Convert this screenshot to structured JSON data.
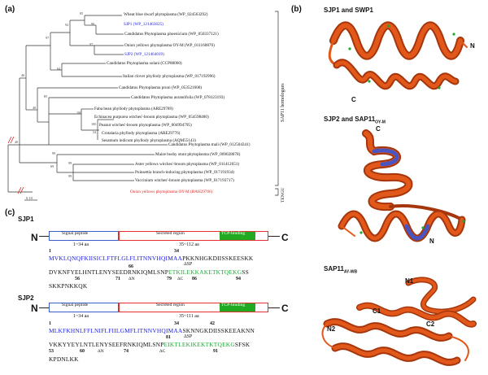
{
  "panels": {
    "a": "(a)",
    "b": "(b)",
    "c": "(c)"
  },
  "tree": {
    "taxa": [
      {
        "label": "Wheat blue dwarf phytoplasma (WP_024563292)",
        "color": "#111111"
      },
      {
        "label": "SJP1 (WP_121463825)",
        "color": "#1a1adf"
      },
      {
        "label": "Candidatus Phytoplasma phoenicium (WP_050337121)",
        "color": "#111111"
      },
      {
        "label": "Onion yellows phytoplasma OY-M (WP_011160870)",
        "color": "#111111"
      },
      {
        "label": "SJP2 (WP_121464019)",
        "color": "#1a1adf"
      },
      {
        "label": "Candidatus Phytoplasma solani (CCP88060)",
        "color": "#111111"
      },
      {
        "label": "Italian clover phyllody phytoplasma (WP_017192996)",
        "color": "#111111"
      },
      {
        "label": "Candidatus Phytoplasma pruni (WP_053521608)",
        "color": "#111111"
      },
      {
        "label": "Candidatus Phytoplasma aurantifolia (WP_078123193)",
        "color": "#111111"
      },
      {
        "label": "Faba bean phyllody phytoplasma (ARE29789)",
        "color": "#111111"
      },
      {
        "label": "Echinacea purpurea witches'-broom phytoplasma (WP_054598480)",
        "color": "#111111"
      },
      {
        "label": "Peanut witches'-broom phytoplasma (WP_004994795)",
        "color": "#111111"
      },
      {
        "label": "Crotalaria phyllody phytoplasma (ARE29776)",
        "color": "#111111"
      },
      {
        "label": "Sesamum indicum phyllody phytoplasma (AQM55143)",
        "color": "#111111"
      },
      {
        "label": "Candidatus Phytoplasma mali (WP_012504341)",
        "color": "#111111"
      },
      {
        "label": "Maize bushy stunt phytoplasma (WP_069028078)",
        "color": "#111111"
      },
      {
        "label": "Aster yellows witches'-broom phytoplasma (WP_011412651)",
        "color": "#111111"
      },
      {
        "label": "Poinsettia branch-inducing phytoplasma (WP_017191934)",
        "color": "#111111"
      },
      {
        "label": "Vaccinium witches'-broom phytoplasma (WP_017193717)",
        "color": "#111111"
      },
      {
        "label": "Onion yellows phytoplasma OY-M (BAH29766)",
        "color": "#e02020"
      }
    ],
    "bootstrap": [
      "85",
      "99",
      "92",
      "97",
      "97",
      "64",
      "46",
      "40",
      "85",
      "100",
      "100",
      "54",
      "40",
      "99",
      "69",
      "99",
      "99"
    ],
    "scale_label": "0.10",
    "bracket_sap11": "SAP11 homologues",
    "bracket_tengu": "TENGU"
  },
  "structures": {
    "sjp1_title": "SJP1 and SWP1",
    "sjp2_title_main": "SJP2 and SAP11",
    "sjp2_title_sub": "OY-M",
    "sap11_title_main": "SAP11",
    "sap11_title_sub": "AY-WB",
    "labels": {
      "n1": "N",
      "c1": "C",
      "c2": "C",
      "n2": "N",
      "c1b": "C1",
      "n1b": "N1",
      "n2b": "N2",
      "c2b": "C2"
    },
    "colors": {
      "helix": "#e2581a",
      "helix_dark": "#a6360c",
      "helix_blue": "#4a55c0",
      "marker": "#1fa830"
    }
  },
  "domains": {
    "sjp1": {
      "name": "SJP1",
      "n_label": "N",
      "c_label": "C",
      "signal": "Signal peptide",
      "secreted": "Secreted region",
      "tcp": "TCP-binding",
      "signal_range": "1~34 aa",
      "secreted_range": "35~112 aa",
      "pos1": "1",
      "pos34": "34",
      "sp_mark": "ΔSP",
      "line1_blue": "MVKLQNQFKIISICLFTFLGLFLITNNVHQIMAA",
      "line1_black": "PKKNHGKDIISSKEESKK",
      "line2_black": "DVKNFYELHNTLENYSEEDRNKIQMLSNP",
      "line2_green": "ETKILEKKAKETKTQEKG",
      "line2_tail": "SS",
      "line3": "SKKPNKKQK",
      "marks": {
        "m56": "56",
        "m66": "66",
        "m71": "71",
        "m79": "79",
        "m86": "86",
        "m94": "94",
        "dN": "ΔN",
        "dC": "ΔC"
      }
    },
    "sjp2": {
      "name": "SJP2",
      "n_label": "N",
      "c_label": "C",
      "signal": "Signal peptide",
      "secreted": "Secreted region",
      "tcp": "TCP-binding",
      "signal_range": "1~34 aa",
      "secreted_range": "35~111 aa",
      "pos1": "1",
      "pos34": "34",
      "pos42": "42",
      "sp_mark": "ΔSP",
      "line1_blue": "MLKFKHNLFFLNIFLFIILGMFLITNNVHQIMAA",
      "line1_black": "SKNNGKDIISSKEEAKNN",
      "line2_black": "VKKYYEYLNTLENYSEEFRNKIQMLSNP",
      "line2_green": "EIKTLEKIKEKTKTQEKG",
      "line2_tail": "SFSK",
      "line3": "KPDNLKK",
      "marks": {
        "m53": "53",
        "m60": "60",
        "m74": "74",
        "m81": "81",
        "m91": "91",
        "dN": "ΔN",
        "dC": "ΔC"
      }
    },
    "colors": {
      "signal": "#3a5fcd",
      "secreted": "#e03030",
      "tcp": "#22aa22"
    }
  }
}
